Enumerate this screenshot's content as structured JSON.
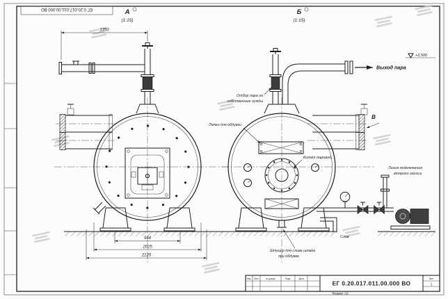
{
  "sheet": {
    "doc_number": "ЕГ 0.20.017.011.00.000  ВО",
    "corner_stamp": "ЕГ 0.20.017.011.00.000  ВО",
    "format_label": "Формат А3"
  },
  "views": {
    "a": {
      "label": "А",
      "scale": "(1:15)"
    },
    "b": {
      "label": "Б",
      "scale": "(1:15)"
    },
    "v": {
      "label": "В"
    }
  },
  "dimensions": {
    "pipe_length": "1350",
    "support_span": "944",
    "shell_length": "2025",
    "overall_length": "2125"
  },
  "annotations": {
    "steam_outlet": "Выход пара",
    "elevation": "+2,500",
    "own_needs_line1": "Отбор пара на",
    "own_needs_line2": "собственные нужды",
    "blow_hatches": "Лючки для обдувки",
    "boiler_name": "Котёл паровой",
    "pump_line1": "Линия подключения",
    "pump_line2": "второго насоса",
    "sludge_line1": "Штуцер для слива шлама",
    "sludge_line2": "при обдувке",
    "drain": "Слив"
  },
  "title_block": {
    "doc_number": "ЕГ 0.20.017.011.00.000  ВО",
    "cols": {
      "izm": "Изм.",
      "list": "Лист",
      "doc": "№ докум.",
      "sign": "Подп.",
      "date": "Дата"
    },
    "sheet_label": "Лист",
    "sheet_value": "1"
  }
}
